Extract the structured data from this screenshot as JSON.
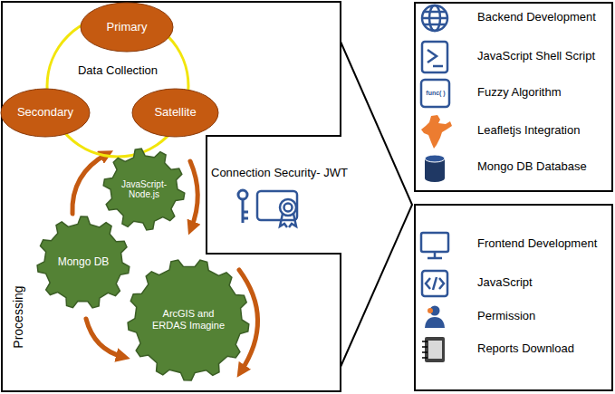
{
  "diagram": {
    "nodes": [
      {
        "text": [
          "Processing"
        ]
      },
      {
        "text": [
          "Data Collection"
        ],
        "in": 0
      },
      {
        "text": [
          "Primary"
        ],
        "in": 1
      },
      {
        "text": [
          "Secondary"
        ],
        "in": 1
      },
      {
        "text": [
          "Satellite"
        ],
        "in": 1
      },
      {
        "text": [
          "JavaScript-Node.js"
        ],
        "in": 0
      },
      {
        "text": [
          "Mongo DB"
        ],
        "in": 0
      },
      {
        "text": [
          "ArcGIS and ERDAS Imagine"
        ],
        "in": 0
      },
      {
        "text": [
          "Connection Security- JWT"
        ]
      },
      {
        "text": [
          "Backend Development",
          "JavaScript Shell Script",
          "Fuzzy Algorithm",
          "Leafletjs Integration",
          "Mongo DB Database"
        ]
      },
      {
        "text": [
          "Frontend Development",
          "JavaScript",
          "Permission",
          "Reports Download"
        ]
      }
    ],
    "labels": [
      "func( )"
    ]
  }
}
